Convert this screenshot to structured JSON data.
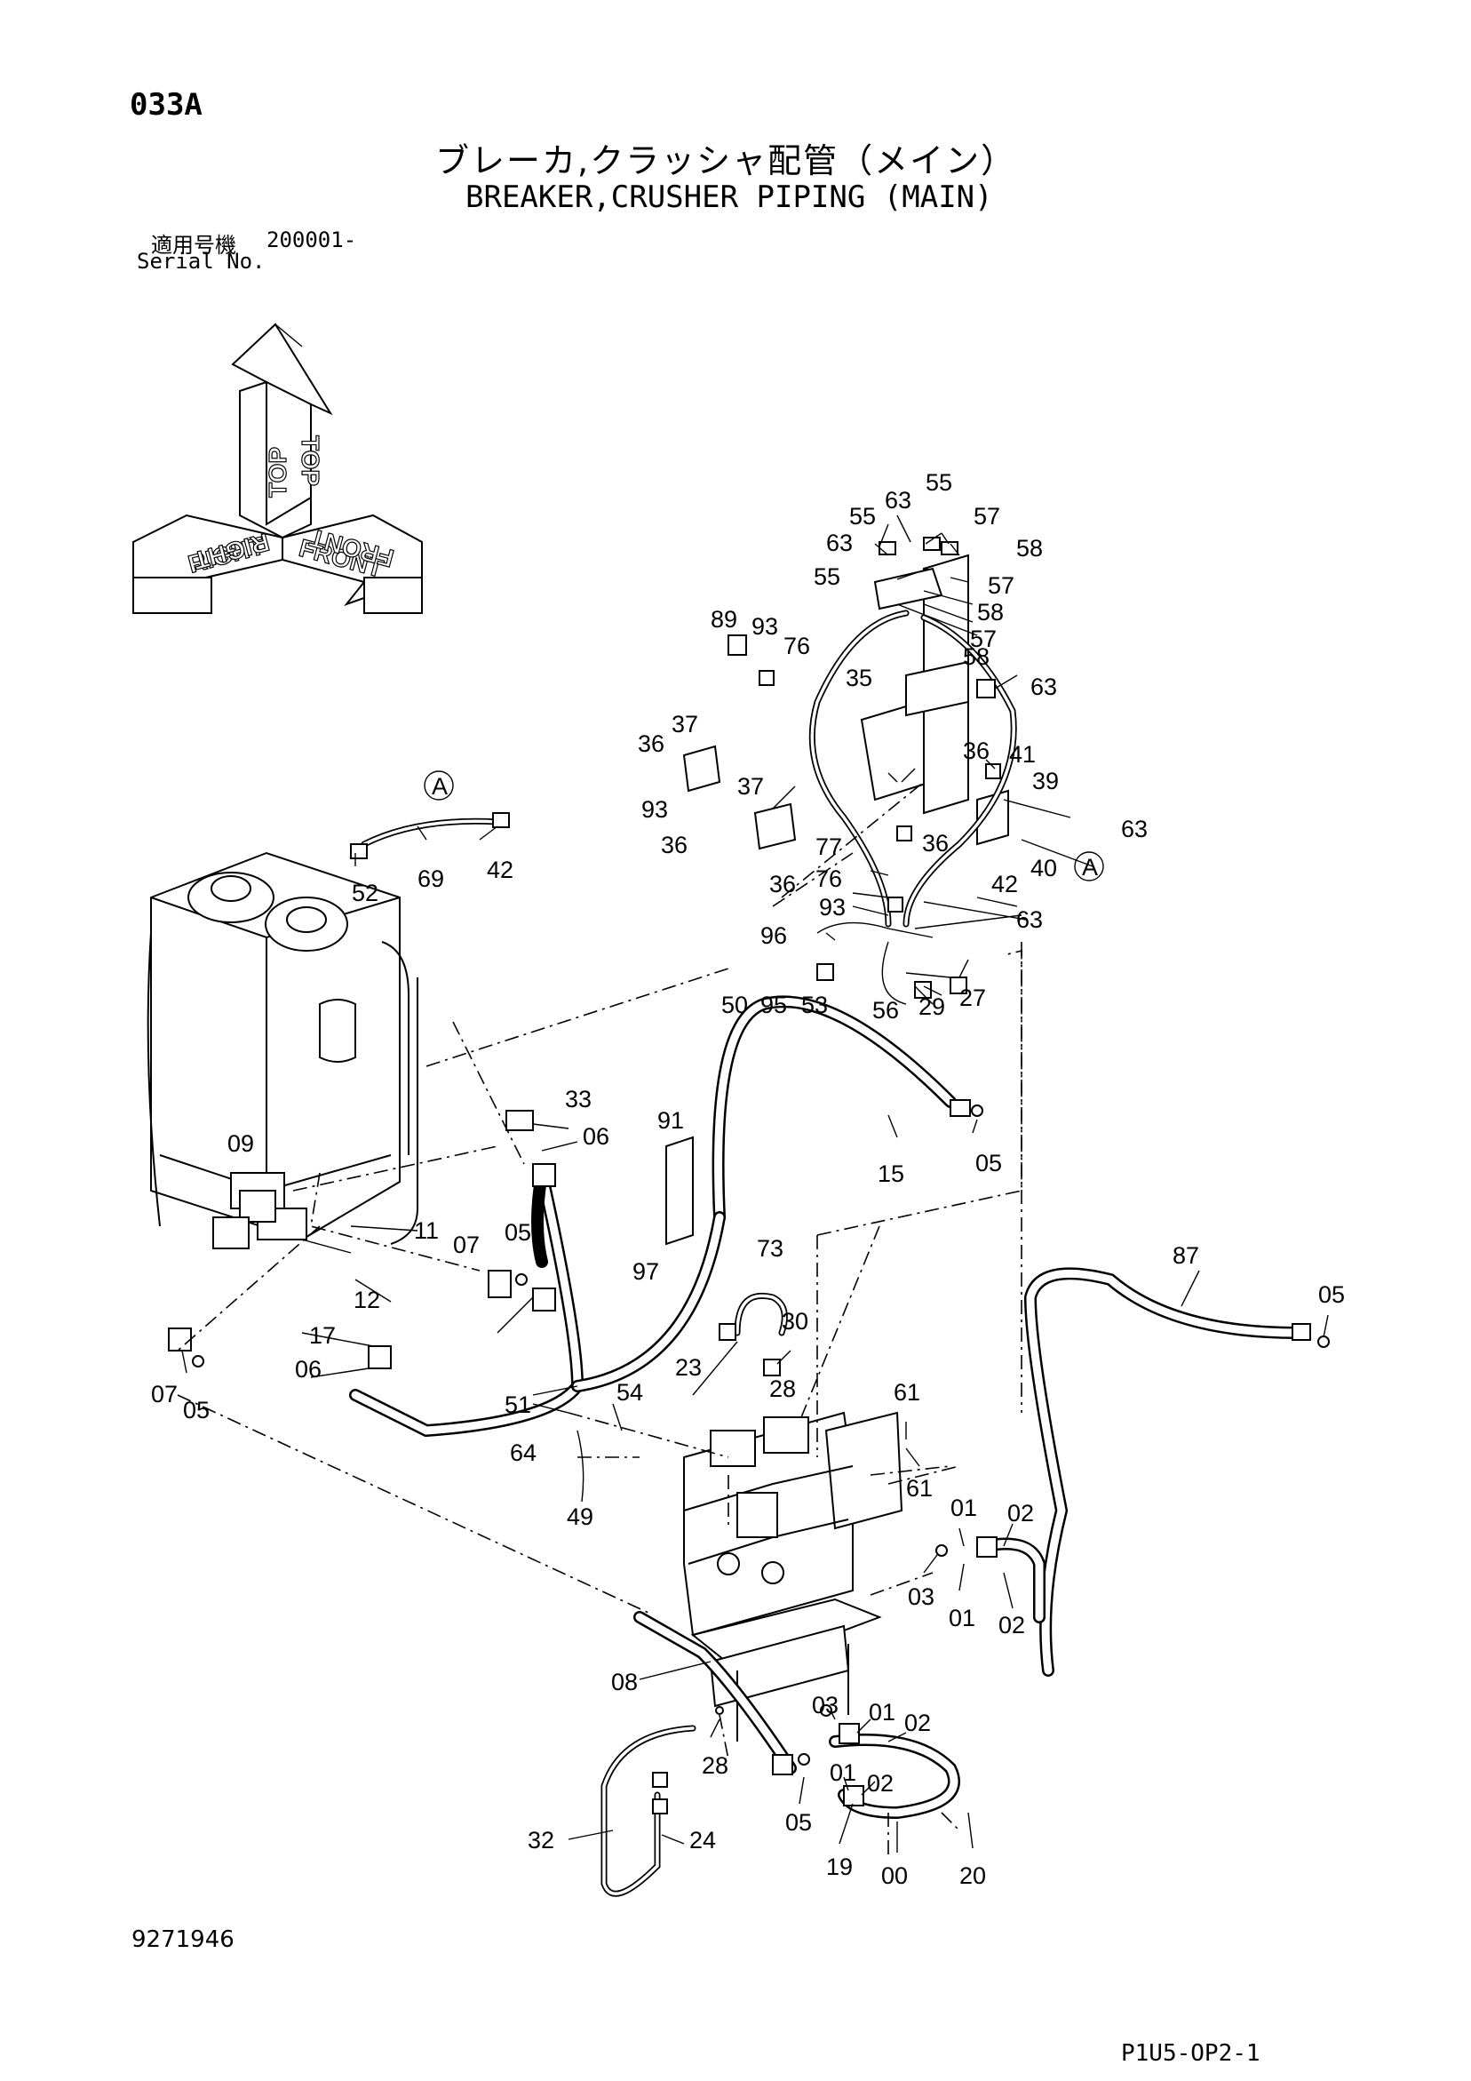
{
  "header": {
    "page_code": "033A",
    "title_jp": "ブレーカ,クラッシャ配管（メイン）",
    "title_en": "BREAKER,CRUSHER PIPING (MAIN)",
    "serial_label_jp": "適用号機",
    "serial_number": "200001-",
    "serial_label_en": "Serial No."
  },
  "orientation": {
    "top": "TOP",
    "right": "RIGHT",
    "front": "FRONT"
  },
  "detail_marker": "A",
  "callouts": {
    "c55a": "55",
    "c63a": "63",
    "c55b": "55",
    "c57a": "57",
    "c63b": "63",
    "c58a": "58",
    "c55c": "55",
    "c57b": "57",
    "c58b": "58",
    "c57c": "57",
    "c58c": "58",
    "c89": "89",
    "c93a": "93",
    "c76a": "76",
    "c63c": "63",
    "c35": "35",
    "c37a": "37",
    "c36a": "36",
    "c36b": "36",
    "c41": "41",
    "c39": "39",
    "c37b": "37",
    "c93b": "93",
    "c36c": "36",
    "c36d": "36",
    "c36e": "36",
    "c63d": "63",
    "c77": "77",
    "c42a": "42",
    "c40": "40",
    "c76b": "76",
    "c93c": "93",
    "c63e": "63",
    "c96": "96",
    "c52": "52",
    "c69": "69",
    "c42b": "42",
    "c50": "50",
    "c95": "95",
    "c53": "53",
    "c56": "56",
    "c29": "29",
    "c27": "27",
    "c33": "33",
    "c06a": "06",
    "c91": "91",
    "c15": "15",
    "c05a": "05",
    "c09": "09",
    "c11": "11",
    "c07a": "07",
    "c05b": "05",
    "c97": "97",
    "c12": "12",
    "c73": "73",
    "c87": "87",
    "c05c": "05",
    "c30": "30",
    "c23": "23",
    "c28a": "28",
    "c17": "17",
    "c06b": "06",
    "c07b": "07",
    "c05d": "05",
    "c51": "51",
    "c54": "54",
    "c61a": "61",
    "c64": "64",
    "c61b": "61",
    "c49": "49",
    "c01a": "01",
    "c02a": "02",
    "c03a": "03",
    "c01b": "01",
    "c02b": "02",
    "c08": "08",
    "c03b": "03",
    "c01c": "01",
    "c02c": "02",
    "c28b": "28",
    "c01d": "01",
    "c02d": "02",
    "c05e": "05",
    "c32": "32",
    "c24": "24",
    "c19": "19",
    "c00": "00",
    "c20": "20"
  },
  "footer": {
    "drawing_number": "9271946",
    "sheet_code": "P1U5-OP2-1"
  }
}
